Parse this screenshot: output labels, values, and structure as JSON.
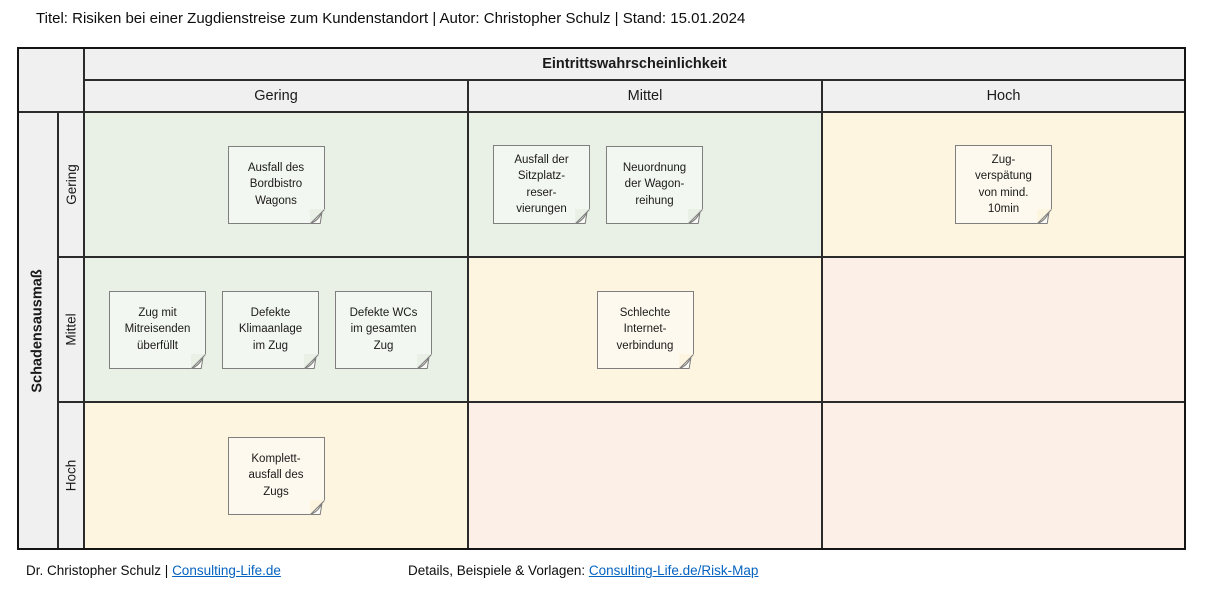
{
  "page_title": "Titel: Risiken bei einer Zugdienstreise zum Kundenstandort | Autor: Christopher Schulz | Stand: 15.01.2024",
  "matrix": {
    "column_axis": {
      "label": "Eintrittswahrscheinlichkeit",
      "headers": [
        "Gering",
        "Mittel",
        "Hoch"
      ]
    },
    "row_axis": {
      "label": "Schadensausmaß",
      "headers": [
        "Gering",
        "Mittel",
        "Hoch"
      ]
    },
    "colors": {
      "risk_low": "#e9f1e6",
      "risk_medium": "#fdf5e0",
      "risk_high": "#fcefe7",
      "header_bg": "#f0f0f0",
      "grid_line": "#2b2b2b",
      "note_border": "#7f7f7f",
      "link_blue": "#0563c1"
    },
    "cells": [
      {
        "impact": "Gering",
        "probability": "Gering",
        "risk_level": "low",
        "notes": [
          {
            "lines": [
              "Ausfall des",
              "Bordbistro",
              "Wagons"
            ]
          }
        ]
      },
      {
        "impact": "Gering",
        "probability": "Mittel",
        "risk_level": "low",
        "notes": [
          {
            "lines": [
              "Ausfall der",
              "Sitzplatz-",
              "reser-",
              "vierungen"
            ]
          },
          {
            "lines": [
              "Neuordnung",
              "der Wagon-",
              "reihung"
            ]
          }
        ]
      },
      {
        "impact": "Gering",
        "probability": "Hoch",
        "risk_level": "medium",
        "notes": [
          {
            "lines": [
              "Zug-",
              "verspätung",
              "von mind.",
              "10min"
            ]
          }
        ]
      },
      {
        "impact": "Mittel",
        "probability": "Gering",
        "risk_level": "low",
        "notes": [
          {
            "lines": [
              "Zug mit",
              "Mitreisenden",
              "überfüllt"
            ]
          },
          {
            "lines": [
              "Defekte",
              "Klimaanlage",
              "im Zug"
            ]
          },
          {
            "lines": [
              "Defekte WCs",
              "im gesamten",
              "Zug"
            ]
          }
        ]
      },
      {
        "impact": "Mittel",
        "probability": "Mittel",
        "risk_level": "medium",
        "notes": [
          {
            "lines": [
              "Schlechte",
              "Internet-",
              "verbindung"
            ]
          }
        ]
      },
      {
        "impact": "Mittel",
        "probability": "Hoch",
        "risk_level": "high",
        "notes": []
      },
      {
        "impact": "Hoch",
        "probability": "Gering",
        "risk_level": "medium",
        "notes": [
          {
            "lines": [
              "Komplett-",
              "ausfall des",
              "Zugs"
            ]
          }
        ]
      },
      {
        "impact": "Hoch",
        "probability": "Mittel",
        "risk_level": "high",
        "notes": []
      },
      {
        "impact": "Hoch",
        "probability": "Hoch",
        "risk_level": "high",
        "notes": []
      }
    ]
  },
  "footer": {
    "author_prefix": "Dr. Christopher Schulz | ",
    "author_link": "Consulting-Life.de",
    "details_prefix": "Details, Beispiele & Vorlagen: ",
    "details_link": "Consulting-Life.de/Risk-Map"
  }
}
